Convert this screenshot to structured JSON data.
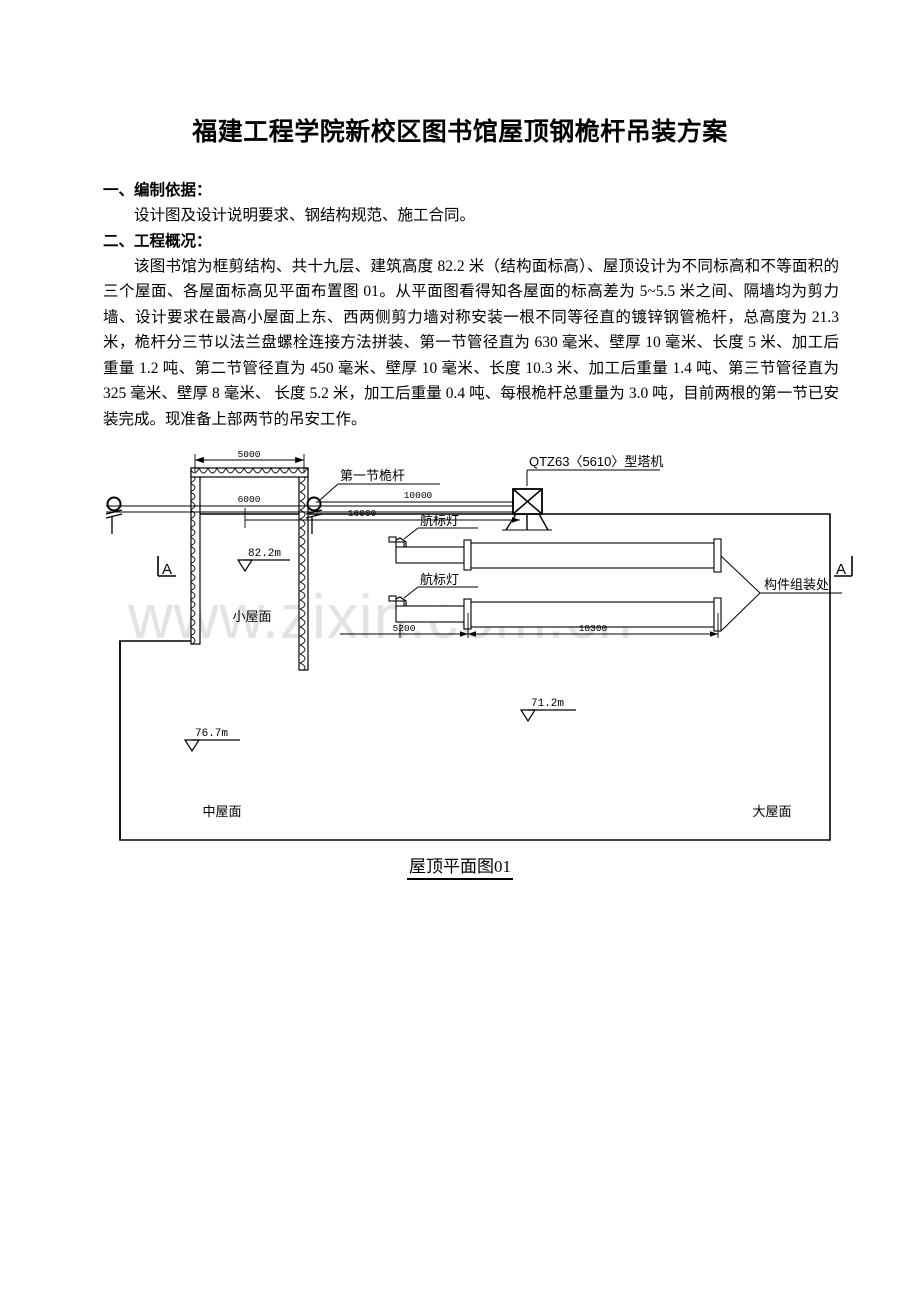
{
  "document": {
    "title": "福建工程学院新校区图书馆屋顶钢桅杆吊装方案",
    "sections": [
      {
        "heading": "一、编制依据：",
        "body": "设计图及设计说明要求、钢结构规范、施工合同。"
      },
      {
        "heading": "二、工程概况：",
        "body": "该图书馆为框剪结构、共十九层、建筑高度 82.2 米（结构面标高）、屋顶设计为不同标高和不等面积的三个屋面、各屋面标高见平面布置图 01。从平面图看得知各屋面的标高差为 5~5.5 米之间、隔墙均为剪力墙、设计要求在最高小屋面上东、西两侧剪力墙对称安装一根不同等径直的镀锌钢管桅杆，总高度为 21.3 米，桅杆分三节以法兰盘螺栓连接方法拼装、第一节管径直为 630 毫米、壁厚 10 毫米、长度 5 米、加工后重量 1.2 吨、第二节管径直为 450 毫米、壁厚 10 毫米、长度 10.3 米、加工后重量 1.4 吨、第三节管径直为 325 毫米、壁厚 8 毫米、 长度 5.2 米，加工后重量 0.4 吨、每根桅杆总重量为 3.0 吨，目前两根的第一节已安装完成。现准备上部两节的吊安工作。"
      }
    ]
  },
  "figure": {
    "caption": "屋顶平面图01",
    "watermark": "www.zixin.com.cn",
    "labels": {
      "first_section_mast": "第一节桅杆",
      "tower_crane": "QTZ63〈5610〉型塔机",
      "beacon_light_top": "航标灯",
      "beacon_light_bottom": "航标灯",
      "assembly_point": "构件组装处",
      "small_roof": "小屋面",
      "middle_roof": "中屋面",
      "large_roof": "大屋面",
      "section_marker_left": "A",
      "section_marker_right": "A"
    },
    "elevations": {
      "small_roof": "82.2m",
      "middle_roof": "76.7m",
      "large_roof": "71.2m"
    },
    "dimensions": {
      "top_width": "5000",
      "inner_width": "6000",
      "crane_reach": "10000",
      "overall_reach": "16000",
      "mast_lower_segment": "5200",
      "mast_upper_segment": "10300"
    }
  }
}
